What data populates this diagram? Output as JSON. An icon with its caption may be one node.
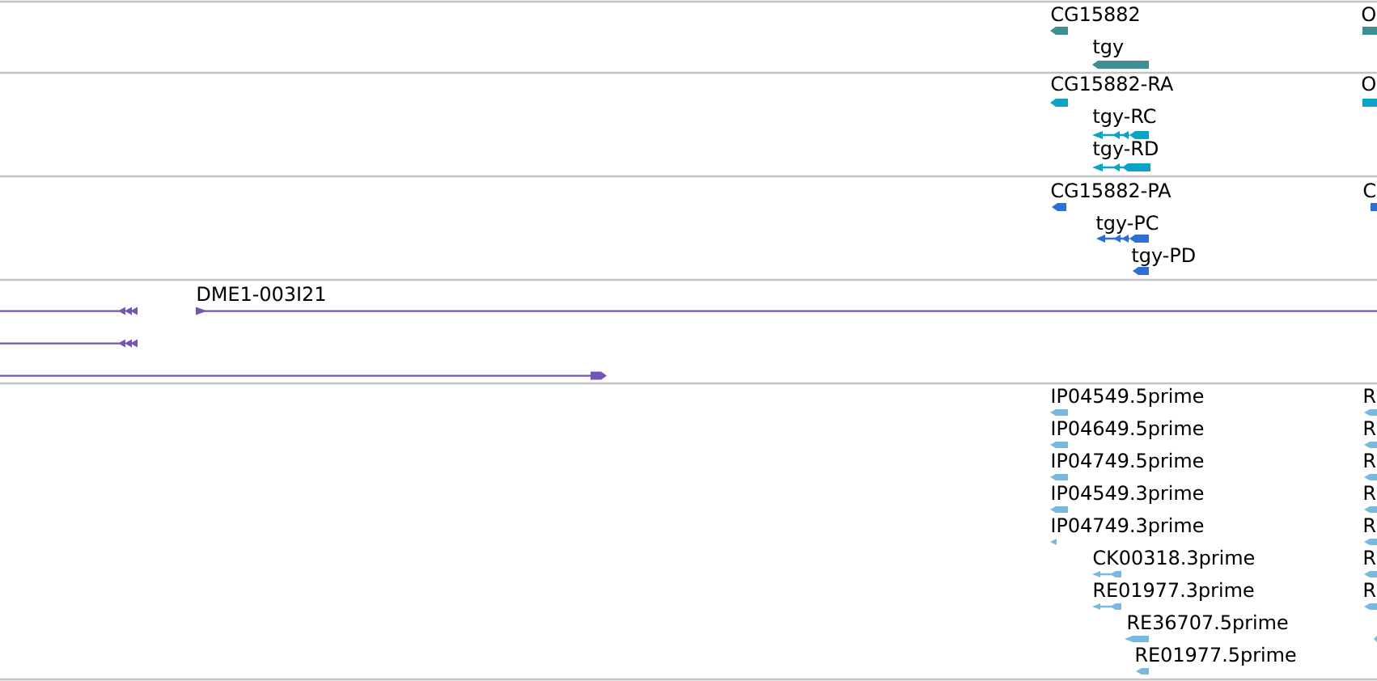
{
  "diagram": {
    "labels": [
      "CG15882",
      "O",
      "tgy",
      "CG15882-RA",
      "O",
      "tgy-RC",
      "tgy-RD",
      "CG15882-PA",
      "C",
      "tgy-PC",
      "tgy-PD",
      "DME1-003I21",
      "IP04549.5prime",
      "R",
      "IP04649.5prime",
      "R",
      "IP04749.5prime",
      "R",
      "IP04549.3prime",
      "R",
      "IP04749.3prime",
      "R",
      "CK00318.3prime",
      "R",
      "RE01977.3prime",
      "R",
      "RE36707.5prime",
      "RE01977.5prime"
    ]
  }
}
